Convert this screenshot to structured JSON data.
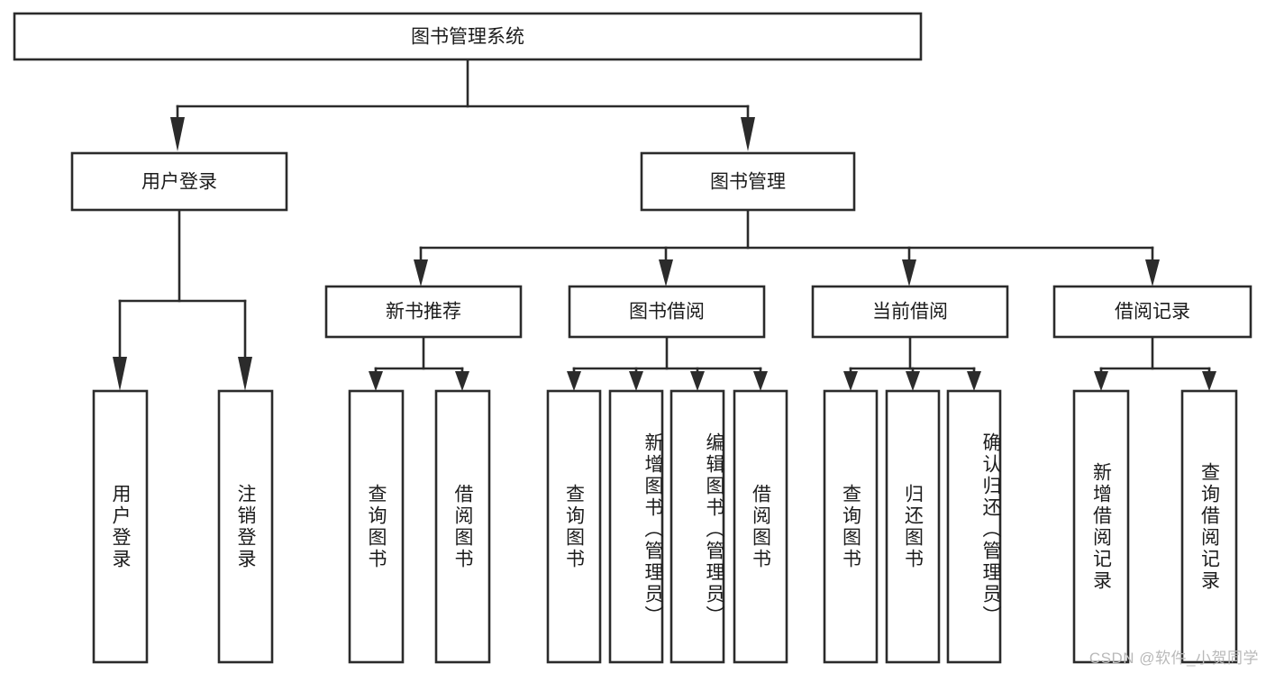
{
  "diagram": {
    "type": "tree",
    "title": "图书管理系统",
    "orientation": "top-down",
    "levels": 4,
    "colors": {
      "box_stroke": "#2b2b2b",
      "box_fill": "#ffffff",
      "connector": "#2b2b2b",
      "text": "#1c1c1c",
      "background": "#ffffff",
      "watermark": "#b9b9b9"
    },
    "root": {
      "label": "图书管理系统"
    },
    "level2": [
      {
        "label": "用户登录"
      },
      {
        "label": "图书管理"
      }
    ],
    "level3": [
      {
        "label": "新书推荐"
      },
      {
        "label": "图书借阅"
      },
      {
        "label": "当前借阅"
      },
      {
        "label": "借阅记录"
      }
    ],
    "leaves": {
      "user_login": [
        {
          "label": "用户登录"
        },
        {
          "label": "注销登录"
        }
      ],
      "new_book_recommend": [
        {
          "label": "查询图书"
        },
        {
          "label": "借阅图书"
        }
      ],
      "book_borrow": [
        {
          "label": "查询图书"
        },
        {
          "label": "新增图书（管理员）"
        },
        {
          "label": "编辑图书（管理员）"
        },
        {
          "label": "借阅图书"
        }
      ],
      "current_borrow": [
        {
          "label": "查询图书"
        },
        {
          "label": "归还图书"
        },
        {
          "label": "确认归还（管理员）"
        }
      ],
      "borrow_record": [
        {
          "label": "新增借阅记录"
        },
        {
          "label": "查询借阅记录"
        }
      ]
    }
  },
  "watermark": {
    "text": "CSDN @软件_小贺同学"
  }
}
